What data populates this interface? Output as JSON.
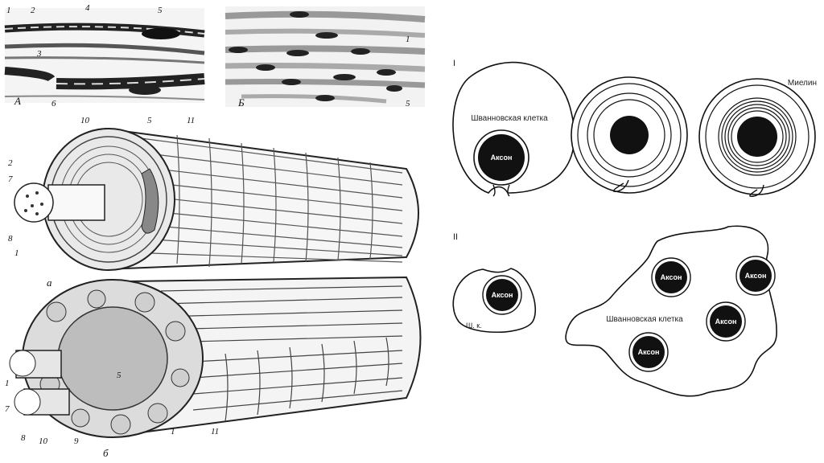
{
  "left_figure": {
    "fibers_a": {
      "letter": "А",
      "labels": [
        "1",
        "2",
        "3",
        "4",
        "5",
        "6"
      ]
    },
    "fibers_b": {
      "letter": "Б",
      "labels": [
        "1",
        "5"
      ]
    },
    "cylinder_a": {
      "letter": "а",
      "labels": {
        "l10": "10",
        "l5": "5",
        "l11": "11",
        "l2": "2",
        "l7": "7",
        "l8": "8",
        "l1": "1"
      }
    },
    "cylinder_b": {
      "letter": "б",
      "labels": {
        "l5": "5",
        "l1a": "1",
        "l7": "7",
        "l8": "8",
        "l10": "10",
        "l9": "9",
        "l1b": "1",
        "l11": "11"
      }
    }
  },
  "right_figure": {
    "section_1": {
      "numeral": "I",
      "schwann_cell_label": "Шванновская клетка",
      "axon_label": "Аксон",
      "myelin_label": "Миелин"
    },
    "section_2": {
      "numeral": "II",
      "small_cell_axon": "Аксон",
      "small_cell_label": "Ш. к.",
      "schwann_cell_label": "Шванновская клетка",
      "axons": [
        "Аксон",
        "Аксон",
        "Аксон",
        "Аксон"
      ]
    }
  }
}
